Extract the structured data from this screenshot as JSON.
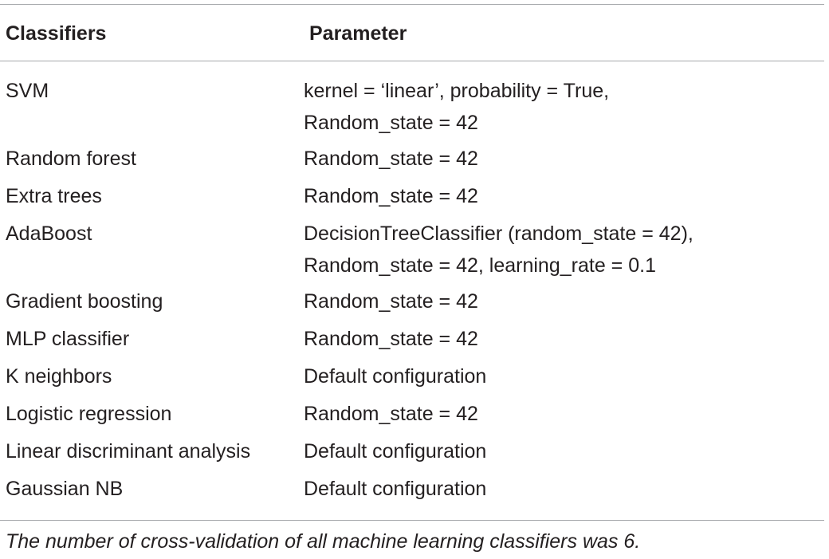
{
  "table": {
    "headers": {
      "classifiers": "Classifiers",
      "parameter": "Parameter"
    },
    "rows": [
      {
        "classifier": "SVM",
        "parameter_lines": [
          "kernel = ‘linear’, probability = True,",
          "Random_state = 42"
        ]
      },
      {
        "classifier": "Random forest",
        "parameter_lines": [
          "Random_state = 42"
        ]
      },
      {
        "classifier": "Extra trees",
        "parameter_lines": [
          "Random_state = 42"
        ]
      },
      {
        "classifier": "AdaBoost",
        "parameter_lines": [
          "DecisionTreeClassifier (random_state = 42),",
          "Random_state = 42, learning_rate = 0.1"
        ]
      },
      {
        "classifier": "Gradient boosting",
        "parameter_lines": [
          "Random_state = 42"
        ]
      },
      {
        "classifier": "MLP classifier",
        "parameter_lines": [
          "Random_state = 42"
        ]
      },
      {
        "classifier": "K neighbors",
        "parameter_lines": [
          "Default configuration"
        ]
      },
      {
        "classifier": "Logistic regression",
        "parameter_lines": [
          "Random_state = 42"
        ]
      },
      {
        "classifier": "Linear discriminant analysis",
        "parameter_lines": [
          "Default configuration"
        ]
      },
      {
        "classifier": "Gaussian NB",
        "parameter_lines": [
          "Default configuration"
        ]
      }
    ],
    "footnote": "The number of cross-validation of all machine learning classifiers was 6."
  },
  "colors": {
    "text": "#231f20",
    "rule": "#a7a9ac"
  }
}
